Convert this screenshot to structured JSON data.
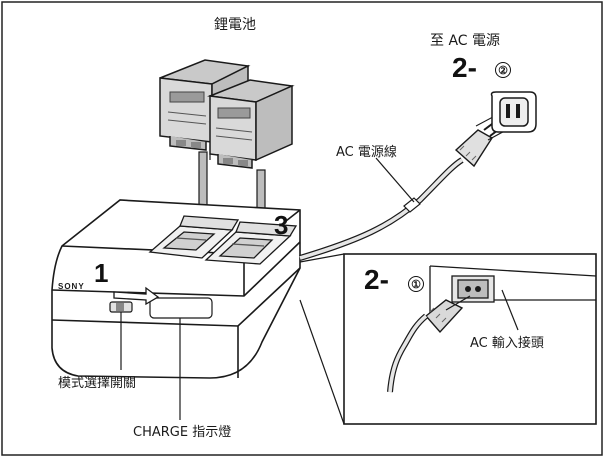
{
  "labels": {
    "battery": "鋰電池",
    "to_ac_power": "至 AC 電源",
    "ac_power_cord": "AC 電源線",
    "ac_input_connector": "AC 輸入接頭",
    "mode_switch": "模式選擇開關",
    "charge_lamp": "CHARGE 指示燈",
    "brand_logo": "SONY"
  },
  "steps": {
    "step1": "1",
    "step2_main": "2-",
    "step2_circle_a": "②",
    "step2_inset": "2-",
    "step2_circle_b": "①",
    "step3": "3"
  },
  "colors": {
    "line": "#1a1a1a",
    "body_fill": "#ffffff",
    "battery_fill": "#d9d9d9",
    "battery_dark": "#9a9a9a",
    "cord_fill": "#e6e6e6"
  }
}
